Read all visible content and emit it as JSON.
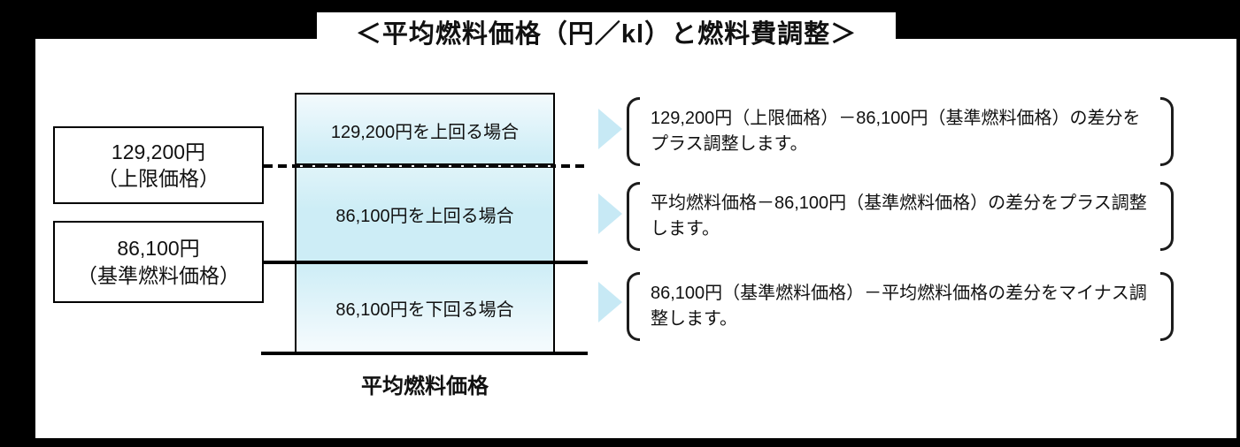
{
  "title": "＜平均燃料価格（円／kl）と燃料費調整＞",
  "left_labels": [
    {
      "line1": "129,200円",
      "line2": "（上限価格）"
    },
    {
      "line1": "86,100円",
      "line2": "（基準燃料価格）"
    }
  ],
  "thresholds": {
    "upper_limit_price": "129,200円",
    "base_fuel_price": "86,100円"
  },
  "bands": [
    {
      "label": "129,200円を上回る場合"
    },
    {
      "label": "86,100円を上回る場合"
    },
    {
      "label": "86,100円を下回る場合"
    }
  ],
  "axis_caption": "平均燃料価格",
  "notes": [
    "129,200円（上限価格）－86,100円（基準燃料価格）の差分をプラス調整します。",
    "平均燃料価格－86,100円（基準燃料価格）の差分をプラス調整します。",
    "86,100円（基準燃料価格）－平均燃料価格の差分をマイナス調整します。"
  ],
  "icons": {
    "arrow": "arrow-right-icon"
  },
  "colors": {
    "frame": "#000000",
    "panel": "#ffffff",
    "band_cyan": "#cdedf6",
    "band_light": "#f3fafd",
    "arrow_blue": "#c7e9f5",
    "line": "#0a0a0a"
  }
}
